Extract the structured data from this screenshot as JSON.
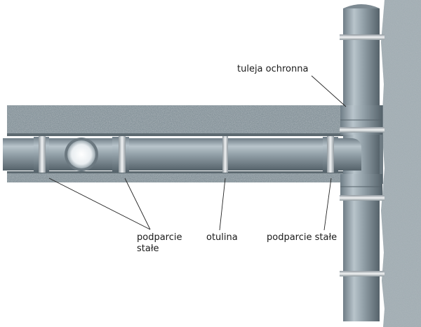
{
  "labels": {
    "sleeve": "tuleja ochronna",
    "support_left_line1": "podparcie",
    "support_left_line2": "stałe",
    "insulation": "otulina",
    "support_right": "podparcie stałe"
  },
  "colors": {
    "pipe": "#8c9aa3",
    "pipe_highlight": "#b9c5cc",
    "pipe_shadow": "#5d6a72",
    "concrete": "#7d8a92",
    "wall": "#9aa5ab",
    "clamp": "#d9dde0",
    "leader": "#222222"
  }
}
